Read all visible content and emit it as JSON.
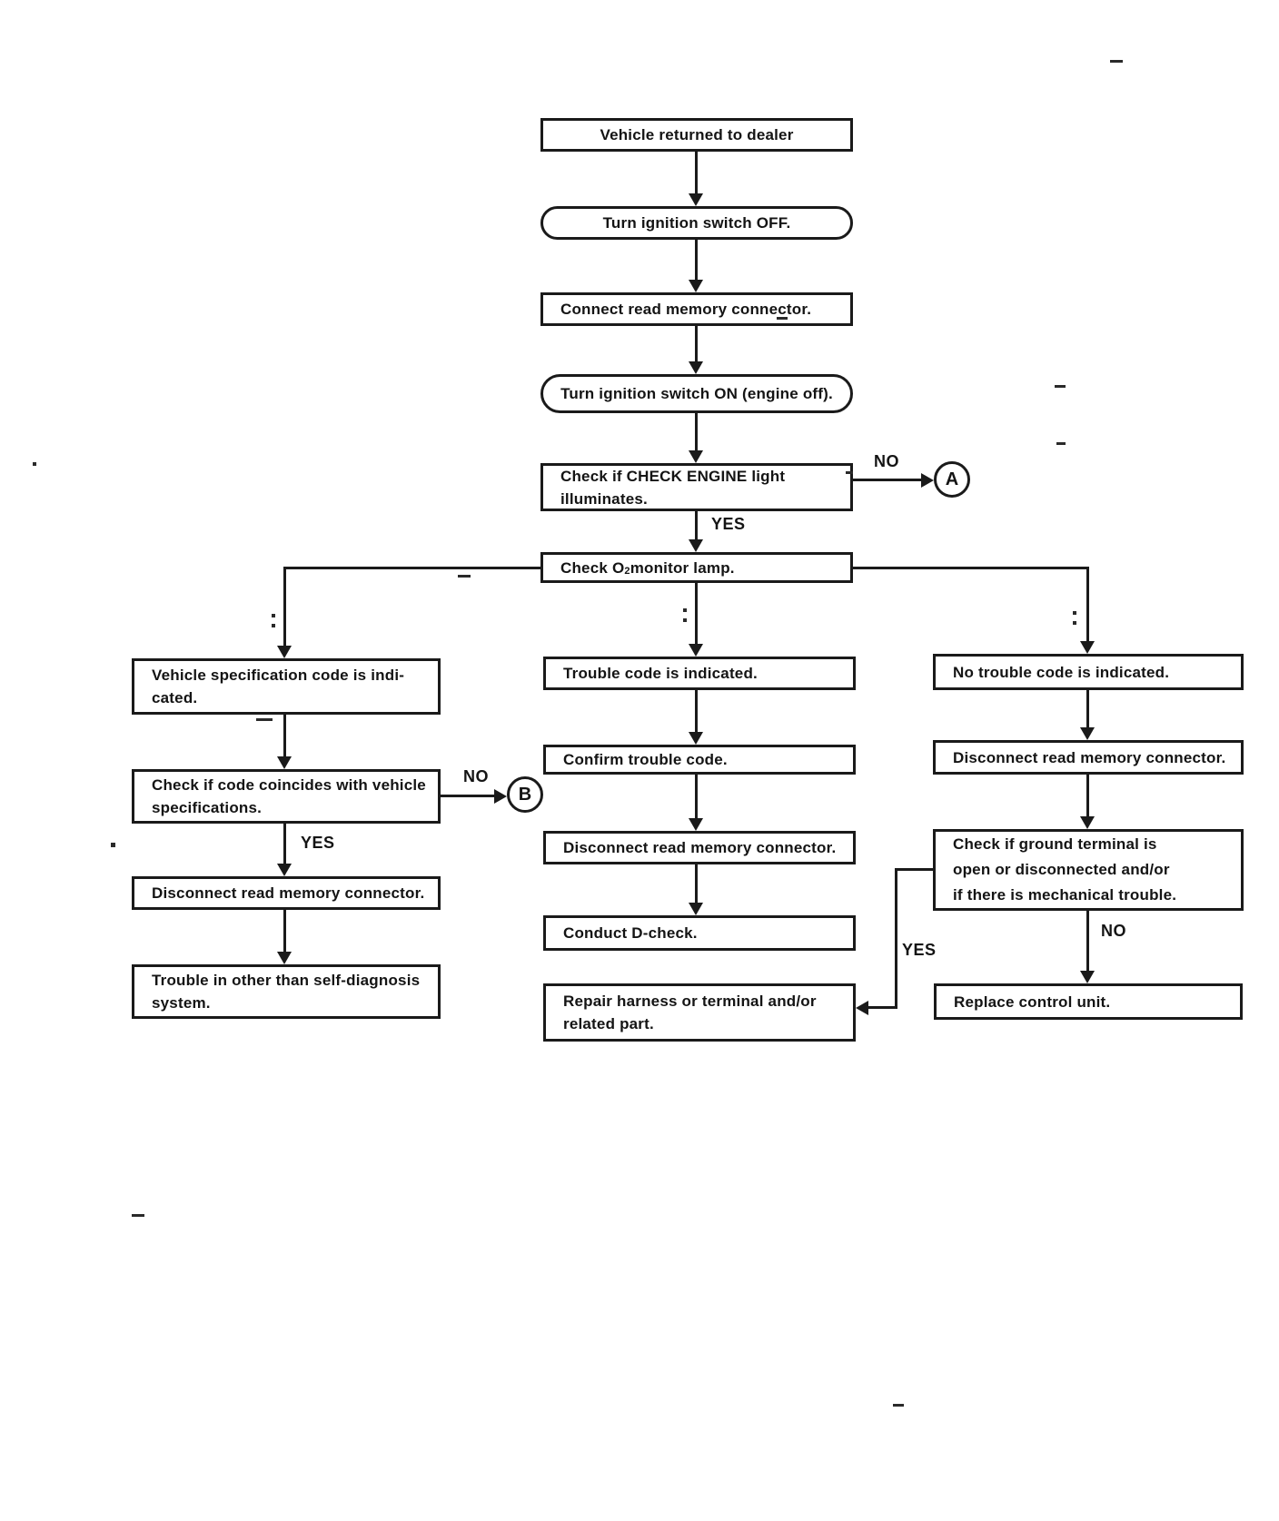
{
  "diagram": {
    "type": "flowchart",
    "subject": "Self-diagnosis read-memory trouble code check flow",
    "nodes": {
      "vehicle_returned": "Vehicle returned to dealer",
      "ignition_off": "Turn ignition switch OFF.",
      "connect_read_memory": "Connect read memory connector.",
      "ignition_on": "Turn ignition switch ON (engine off).",
      "check_engine_light": "Check if CHECK ENGINE light\nilluminates.",
      "check_o2_pre": "Check O",
      "check_o2_sub": "2",
      "check_o2_post": " monitor lamp.",
      "vehicle_spec_code": "Vehicle specification code is indi-\ncated.",
      "code_coincides": "Check if code coincides with vehicle\nspecifications.",
      "disconnect_left": "Disconnect read memory connector.",
      "trouble_other": "Trouble in other than self-diagnosis\nsystem.",
      "trouble_code": "Trouble code is indicated.",
      "confirm_trouble_code": "Confirm trouble code.",
      "disconnect_mid": "Disconnect read memory connector.",
      "conduct_dcheck": "Conduct D-check.",
      "repair_harness": "Repair harness or terminal and/or\nrelated part.",
      "no_trouble_code": "No trouble code is indicated.",
      "disconnect_right": "Disconnect read memory connector.",
      "check_ground": "Check if ground terminal is\nopen or disconnected and/or\nif there is mechanical trouble.",
      "replace_control_unit": "Replace control unit."
    },
    "branch_labels": {
      "no_engine_light": "NO",
      "yes_engine_light": "YES",
      "no_code": "NO",
      "yes_code": "YES",
      "no_ground": "NO",
      "yes_ground": "YES"
    },
    "connectors": {
      "a": "A",
      "b": "B"
    },
    "colors": {
      "ink": "#1a1a1a",
      "paper": "#ffffff"
    }
  }
}
